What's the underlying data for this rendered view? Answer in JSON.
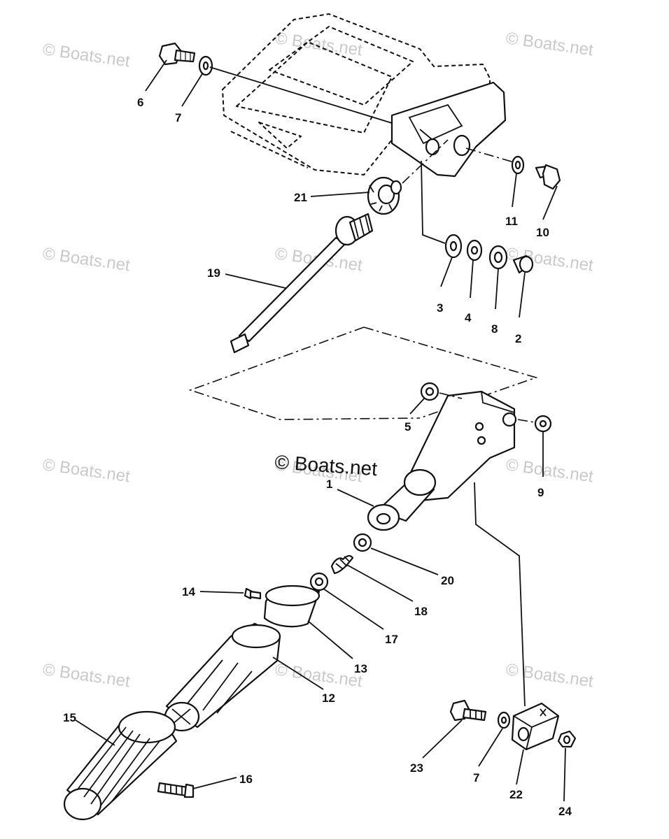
{
  "watermarks": [
    "© Boats.net",
    "© Boats.net",
    "© Boats.net",
    "© Boats.net",
    "© Boats.net",
    "© Boats.net",
    "© Boats.net",
    "© Boats.net",
    "© Boats.net",
    "© Boats.net",
    "© Boats.net",
    "© Boats.net"
  ],
  "credit": "© Boats.net",
  "callouts": {
    "c6": "6",
    "c7a": "7",
    "c21": "21",
    "c11": "11",
    "c10": "10",
    "c19": "19",
    "c3": "3",
    "c4": "4",
    "c8": "8",
    "c2": "2",
    "c5": "5",
    "c9": "9",
    "c1": "1",
    "c20": "20",
    "c18": "18",
    "c17": "17",
    "c14": "14",
    "c13": "13",
    "c12": "12",
    "c15": "15",
    "c16": "16",
    "c23": "23",
    "c7b": "7",
    "c22": "22",
    "c24": "24"
  }
}
